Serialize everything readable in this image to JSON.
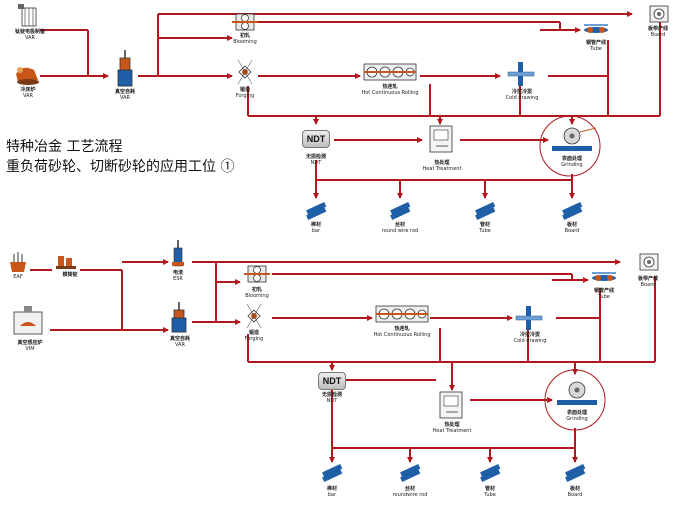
{
  "title": {
    "line1": "特种冶金  工艺流程",
    "line2": "重负荷砂轮、切断砂轮的应用工位 ①"
  },
  "colors": {
    "flow_line": "#b3161c",
    "icon_blue": "#1f5fa8",
    "icon_orange": "#c8561b",
    "text": "#222222"
  },
  "upper": {
    "electrode": {
      "cn": "钛锭电极制备",
      "en": "VAR"
    },
    "cold_hearth": {
      "cn": "冷床炉",
      "en": "VAR"
    },
    "var": {
      "cn": "真空自耗",
      "en": "VAR"
    },
    "blooming": {
      "cn": "初轧",
      "en": "Blooming"
    },
    "forging": {
      "cn": "锻造",
      "en": "Forging"
    },
    "hot_rolling": {
      "cn": "热连轧",
      "en": "Hot Continuous Rolling"
    },
    "cold_drawing": {
      "cn": "冷拉冷拔",
      "en": "Cold drawing"
    },
    "tube_line": {
      "cn": "钢管产线",
      "en": "Tube"
    },
    "board_line": {
      "cn": "板带产线",
      "en": "Board"
    },
    "ndt": {
      "badge": "NDT",
      "cn": "无损检测",
      "en": "NDT"
    },
    "heat_treatment": {
      "cn": "热处理",
      "en": "Heat Treatment"
    },
    "grinding": {
      "cn": "表面处理",
      "en": "Grinding"
    },
    "products": [
      {
        "cn": "棒材",
        "en": "bar"
      },
      {
        "cn": "丝材",
        "en": "round wire rod"
      },
      {
        "cn": "管材",
        "en": "Tube"
      },
      {
        "cn": "板材",
        "en": "Board"
      }
    ]
  },
  "lower": {
    "eaf": {
      "en": "EAF"
    },
    "ingot": {
      "cn": "模铸锭"
    },
    "vim": {
      "cn": "真空感应炉",
      "en": "VIM"
    },
    "esr": {
      "cn": "电渣",
      "en": "ESR"
    },
    "var": {
      "cn": "真空自耗",
      "en": "VAR"
    },
    "blooming": {
      "cn": "初轧",
      "en": "Blooming"
    },
    "forging": {
      "cn": "锻造",
      "en": "Forging"
    },
    "hot_rolling": {
      "cn": "热连轧",
      "en": "Hot Continuous Rolling"
    },
    "cold_drawing": {
      "cn": "冷拉冷拔",
      "en": "Cold drawing"
    },
    "tube_line": {
      "cn": "钢管产线",
      "en": "Tube"
    },
    "board_line": {
      "cn": "板带产线",
      "en": "Board"
    },
    "ndt": {
      "badge": "NDT",
      "cn": "无损检测",
      "en": "NDT"
    },
    "heat_treatment": {
      "cn": "热处理",
      "en": "Heat Treatment"
    },
    "grinding": {
      "cn": "表面处理",
      "en": "Grinding"
    },
    "products": [
      {
        "cn": "棒材",
        "en": "bar"
      },
      {
        "cn": "丝材",
        "en": "roundwire rod"
      },
      {
        "cn": "管材",
        "en": "Tube"
      },
      {
        "cn": "板材",
        "en": "Board"
      }
    ]
  }
}
